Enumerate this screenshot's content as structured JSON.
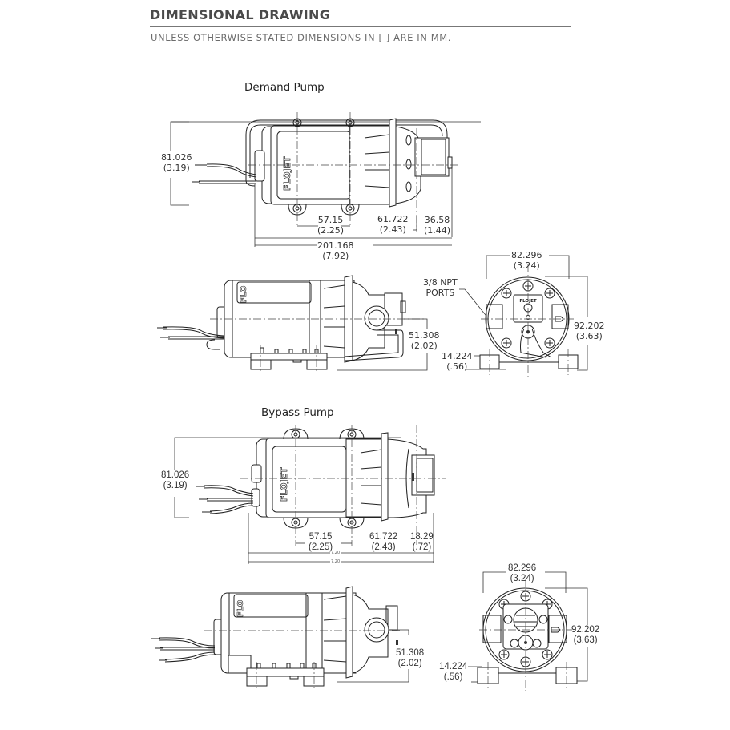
{
  "header": {
    "title": "DIMENSIONAL DRAWING",
    "subtitle": "UNLESS OTHERWISE STATED DIMENSIONS IN [ ] ARE IN MM."
  },
  "demand_pump": {
    "title": "Demand Pump",
    "logo_text": "FLOJET",
    "top_view": {
      "height_mm": "81.026",
      "height_in": "(3.19)",
      "mount_spacing_mm": "57.15",
      "mount_spacing_in": "(2.25)",
      "mount_to_port_mm": "61.722",
      "mount_to_port_in": "(2.43)",
      "port_to_end_mm": "36.58",
      "port_to_end_in": "(1.44)",
      "overall_length_mm": "201.168",
      "overall_length_in": "(7.92)"
    },
    "side_view": {
      "port_height_mm": "51.308",
      "port_height_in": "(2.02)"
    },
    "end_view": {
      "width_mm": "82.296",
      "width_in": "(3.24)",
      "height_mm": "92.202",
      "height_in": "(3.63)",
      "foot_height_mm": "14.224",
      "foot_height_in": "(.56)",
      "ports_label_line1": "3/8 NPT",
      "ports_label_line2": "PORTS"
    }
  },
  "bypass_pump": {
    "title": "Bypass Pump",
    "logo_text": "FLOJET",
    "top_view": {
      "height_mm": "81.026",
      "height_in": "(3.19)",
      "mount_spacing_mm": "57.15",
      "mount_spacing_in": "(2.25)",
      "mount_to_port_mm": "61.722",
      "mount_to_port_in": "(2.43)",
      "port_to_end_mm": "18.29",
      "port_to_end_in": "(.72)",
      "overall_length_a": "7.20",
      "overall_length_b": "7.20"
    },
    "side_view": {
      "port_height_mm": "51.308",
      "port_height_in": "(2.02)"
    },
    "end_view": {
      "width_mm": "82.296",
      "width_in": "(3.24)",
      "height_mm": "92.202",
      "height_in": "(3.63)",
      "foot_height_mm": "14.224",
      "foot_height_in": "(.56)"
    }
  }
}
